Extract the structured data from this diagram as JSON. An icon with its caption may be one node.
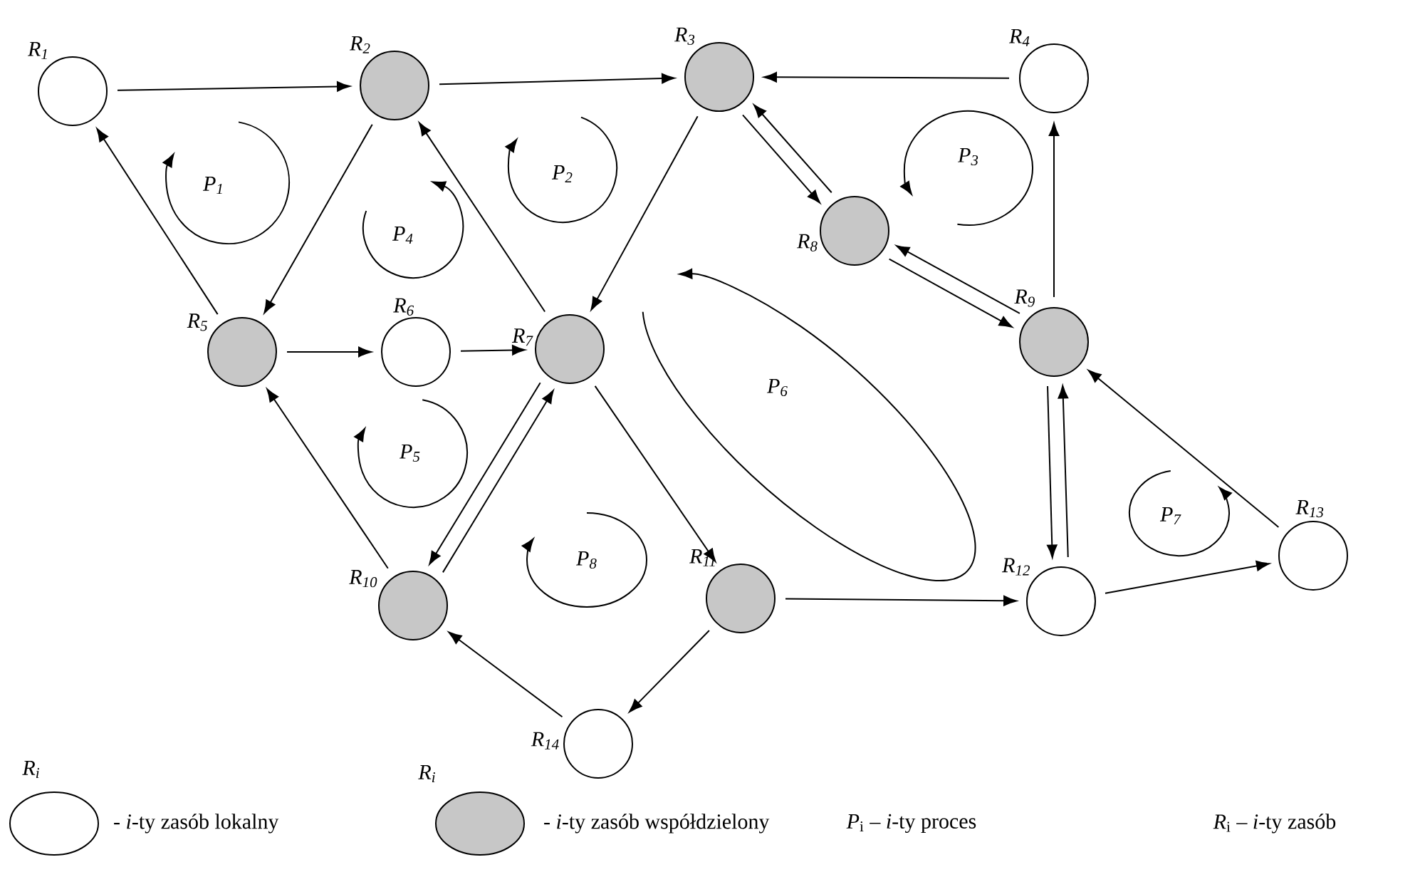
{
  "diagram": {
    "nodes": [
      {
        "text": [
          "R$_{1}$"
        ]
      },
      {
        "text": [
          "R$_{2}$"
        ]
      },
      {
        "text": [
          "R$_{3}$"
        ]
      },
      {
        "text": [
          "R$_{4}$"
        ]
      },
      {
        "text": [
          "R$_{5}$"
        ]
      },
      {
        "text": [
          "R$_{6}$"
        ]
      },
      {
        "text": [
          "R$_{7}$"
        ]
      },
      {
        "text": [
          "R$_{8}$"
        ]
      },
      {
        "text": [
          "R$_{9}$"
        ]
      },
      {
        "text": [
          "R$_{10}$"
        ]
      },
      {
        "text": [
          "R$_{11}$"
        ]
      },
      {
        "text": [
          "R$_{12}$"
        ]
      },
      {
        "text": [
          "R$_{13}$"
        ]
      },
      {
        "text": [
          "R$_{14}$"
        ]
      }
    ],
    "edges": [
      {
        "from": 0,
        "to": 1,
        "arrow": "to"
      },
      {
        "from": 1,
        "to": 2,
        "arrow": "to"
      },
      {
        "from": 3,
        "to": 2,
        "arrow": "to"
      },
      {
        "from": 1,
        "to": 4,
        "arrow": "to"
      },
      {
        "from": 4,
        "to": 0,
        "arrow": "to"
      },
      {
        "from": 6,
        "to": 1,
        "arrow": "to"
      },
      {
        "from": 2,
        "to": 6,
        "arrow": "to"
      },
      {
        "from": 7,
        "to": 2,
        "arrow": "to"
      },
      {
        "from": 2,
        "to": 7,
        "arrow": "to"
      },
      {
        "from": 7,
        "to": 8,
        "arrow": "to"
      },
      {
        "from": 8,
        "to": 7,
        "arrow": "to"
      },
      {
        "from": 8,
        "to": 3,
        "arrow": "to"
      },
      {
        "from": 4,
        "to": 5,
        "arrow": "to"
      },
      {
        "from": 5,
        "to": 6,
        "arrow": "to"
      },
      {
        "from": 6,
        "to": 9,
        "arrow": "to"
      },
      {
        "from": 9,
        "to": 6,
        "arrow": "to"
      },
      {
        "from": 9,
        "to": 4,
        "arrow": "to"
      },
      {
        "from": 6,
        "to": 10,
        "arrow": "to"
      },
      {
        "from": 10,
        "to": 11,
        "arrow": "to"
      },
      {
        "from": 10,
        "to": 13,
        "arrow": "to"
      },
      {
        "from": 13,
        "to": 9,
        "arrow": "to"
      },
      {
        "from": 11,
        "to": 8,
        "arrow": "to"
      },
      {
        "from": 8,
        "to": 11,
        "arrow": "to"
      },
      {
        "from": 11,
        "to": 12,
        "arrow": "to"
      },
      {
        "from": 12,
        "to": 8,
        "arrow": "to"
      }
    ],
    "labels": [
      "P$_{1}$",
      "P$_{2}$",
      "P$_{3}$",
      "P$_{4}$",
      "P$_{6}$",
      "P$_{5}$",
      "P$_{8}$",
      "P$_{7}$",
      "R$_{i}$",
      "R$_{i}$",
      "*P*$_{i}$ – *i*-ty proces",
      "*R*$_{i}$ – *i*-ty zasób"
    ],
    "legend": [
      {
        "text": "- *i*-ty zasób lokalny"
      },
      {
        "text": "- *i*-ty zasób współdzielony"
      }
    ]
  }
}
